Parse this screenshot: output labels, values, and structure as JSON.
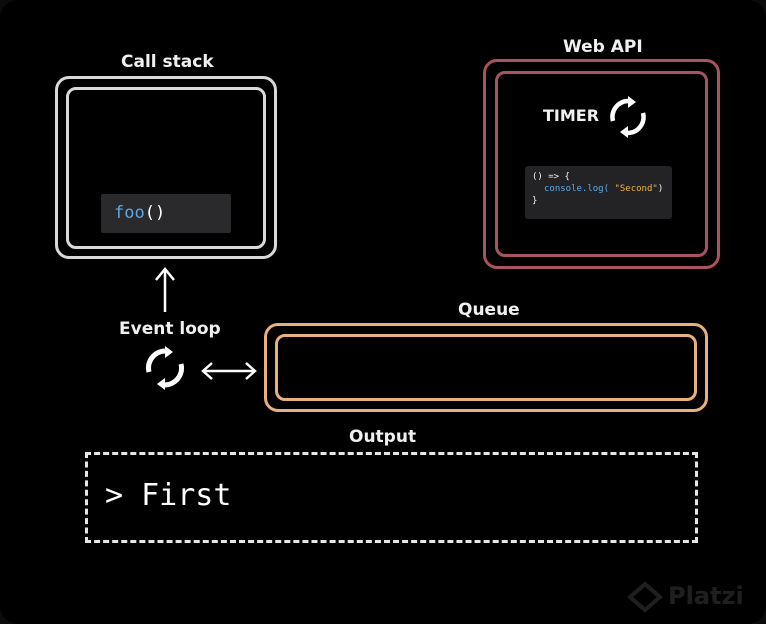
{
  "call_stack": {
    "title": "Call stack",
    "frames": [
      {
        "fn": "foo",
        "parens": "()"
      }
    ]
  },
  "web_api": {
    "title": "Web API",
    "timer_label": "TIMER",
    "callback_code": {
      "line1": "() => {",
      "line2_fn": "console.log(",
      "line2_str": " \"Second\"",
      "line2_end": ")",
      "line3": "}"
    }
  },
  "event_loop": {
    "label": "Event loop"
  },
  "queue": {
    "title": "Queue",
    "items": []
  },
  "output": {
    "title": "Output",
    "lines": [
      "> First"
    ]
  },
  "watermark": {
    "text": "Platzi"
  },
  "colors": {
    "call_stack_border": "#d9d9d9",
    "web_api_border": "#a8535f",
    "queue_border": "#e8b07c",
    "function_name": "#5aa9e6",
    "string": "#f0b44c"
  },
  "icons": [
    "refresh-icon",
    "arrow-up-icon",
    "double-arrow-icon",
    "platzi-logo"
  ]
}
